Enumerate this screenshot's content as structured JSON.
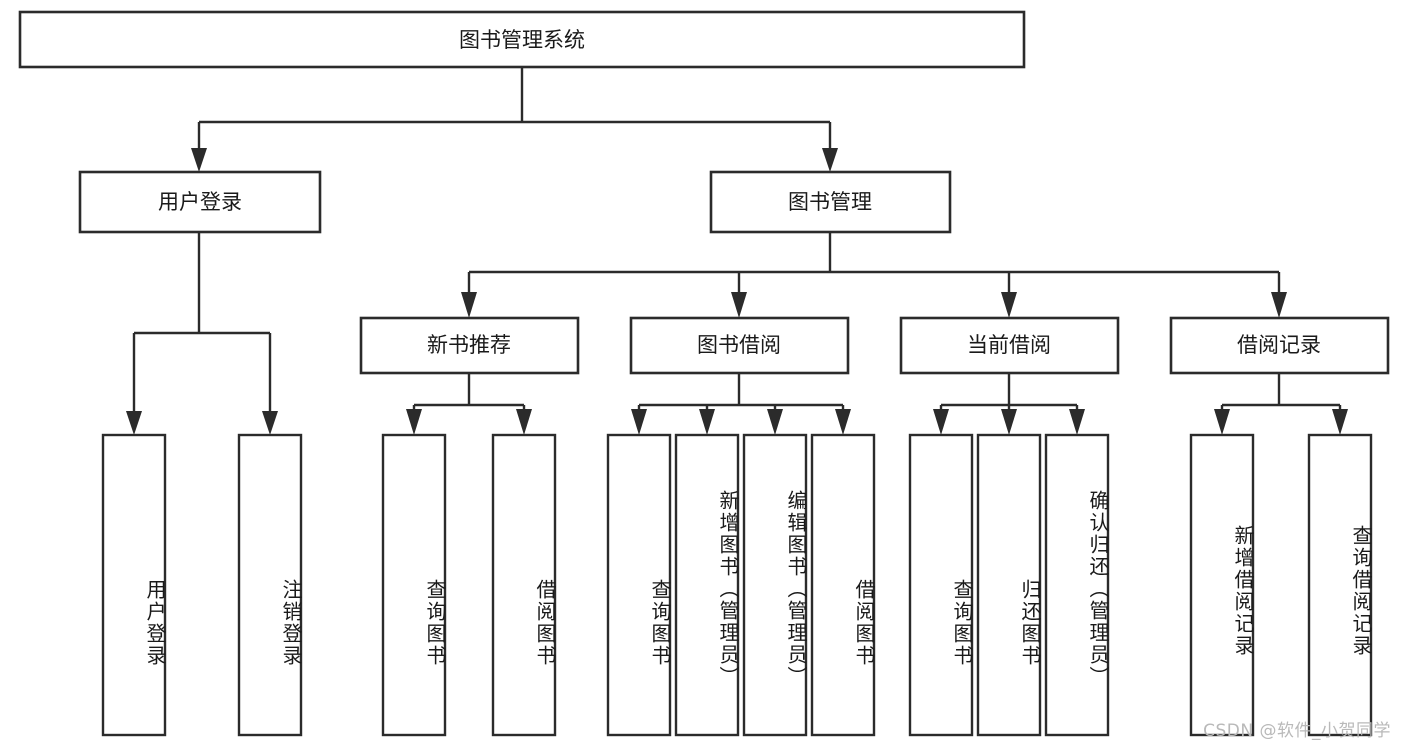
{
  "diagram": {
    "title": "图书管理系统",
    "type": "tree-hierarchy-chart",
    "watermark": "CSDN @软件_小贺同学",
    "colors": {
      "background": "#ffffff",
      "box_border": "#2b2b2b",
      "box_fill": "#ffffff",
      "connector": "#2b2b2b",
      "text": "#1a1a1a",
      "watermark": "#b9b9b9"
    },
    "root": {
      "label": "图书管理系统"
    },
    "level2": [
      {
        "label": "用户登录"
      },
      {
        "label": "图书管理"
      }
    ],
    "level3": [
      {
        "label": "新书推荐"
      },
      {
        "label": "图书借阅"
      },
      {
        "label": "当前借阅"
      },
      {
        "label": "借阅记录"
      }
    ],
    "leaves": {
      "user_login": [
        {
          "label": "用户登录"
        },
        {
          "label": "注销登录"
        }
      ],
      "new_book_recommend": [
        {
          "label": "查询图书"
        },
        {
          "label": "借阅图书"
        }
      ],
      "book_borrow": [
        {
          "label": "查询图书"
        },
        {
          "label": "新增图书（管理员）"
        },
        {
          "label": "编辑图书（管理员）"
        },
        {
          "label": "借阅图书"
        }
      ],
      "current_borrow": [
        {
          "label": "查询图书"
        },
        {
          "label": "归还图书"
        },
        {
          "label": "确认归还（管理员）"
        }
      ],
      "borrow_record": [
        {
          "label": "新增借阅记录"
        },
        {
          "label": "查询借阅记录"
        }
      ]
    }
  }
}
